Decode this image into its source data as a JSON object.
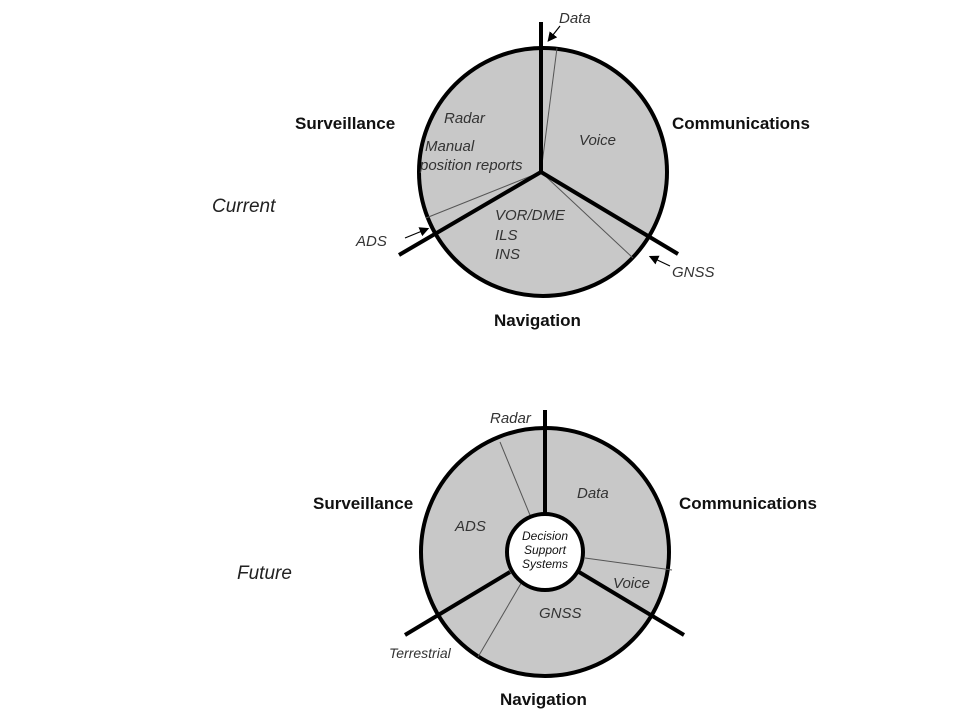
{
  "colors": {
    "fill": "#c8c8c8",
    "stroke": "#000000",
    "background": "#ffffff"
  },
  "current": {
    "side_label": "Current",
    "axes": {
      "surveillance": "Surveillance",
      "communications": "Communications",
      "navigation": "Navigation"
    },
    "sectors": {
      "radar": "Radar",
      "manual_reports_1": "Manual",
      "manual_reports_2": "position reports",
      "voice": "Voice",
      "vor_dme": "VOR/DME",
      "ils": "ILS",
      "ins": "INS"
    },
    "pointers": {
      "data": "Data",
      "ads": "ADS",
      "gnss": "GNSS"
    }
  },
  "future": {
    "side_label": "Future",
    "axes": {
      "surveillance": "Surveillance",
      "communications": "Communications",
      "navigation": "Navigation"
    },
    "sectors": {
      "data": "Data",
      "ads": "ADS",
      "voice": "Voice",
      "gnss": "GNSS"
    },
    "pointers": {
      "radar": "Radar",
      "terrestrial": "Terrestrial"
    },
    "center": {
      "line1": "Decision",
      "line2": "Support",
      "line3": "Systems"
    }
  }
}
